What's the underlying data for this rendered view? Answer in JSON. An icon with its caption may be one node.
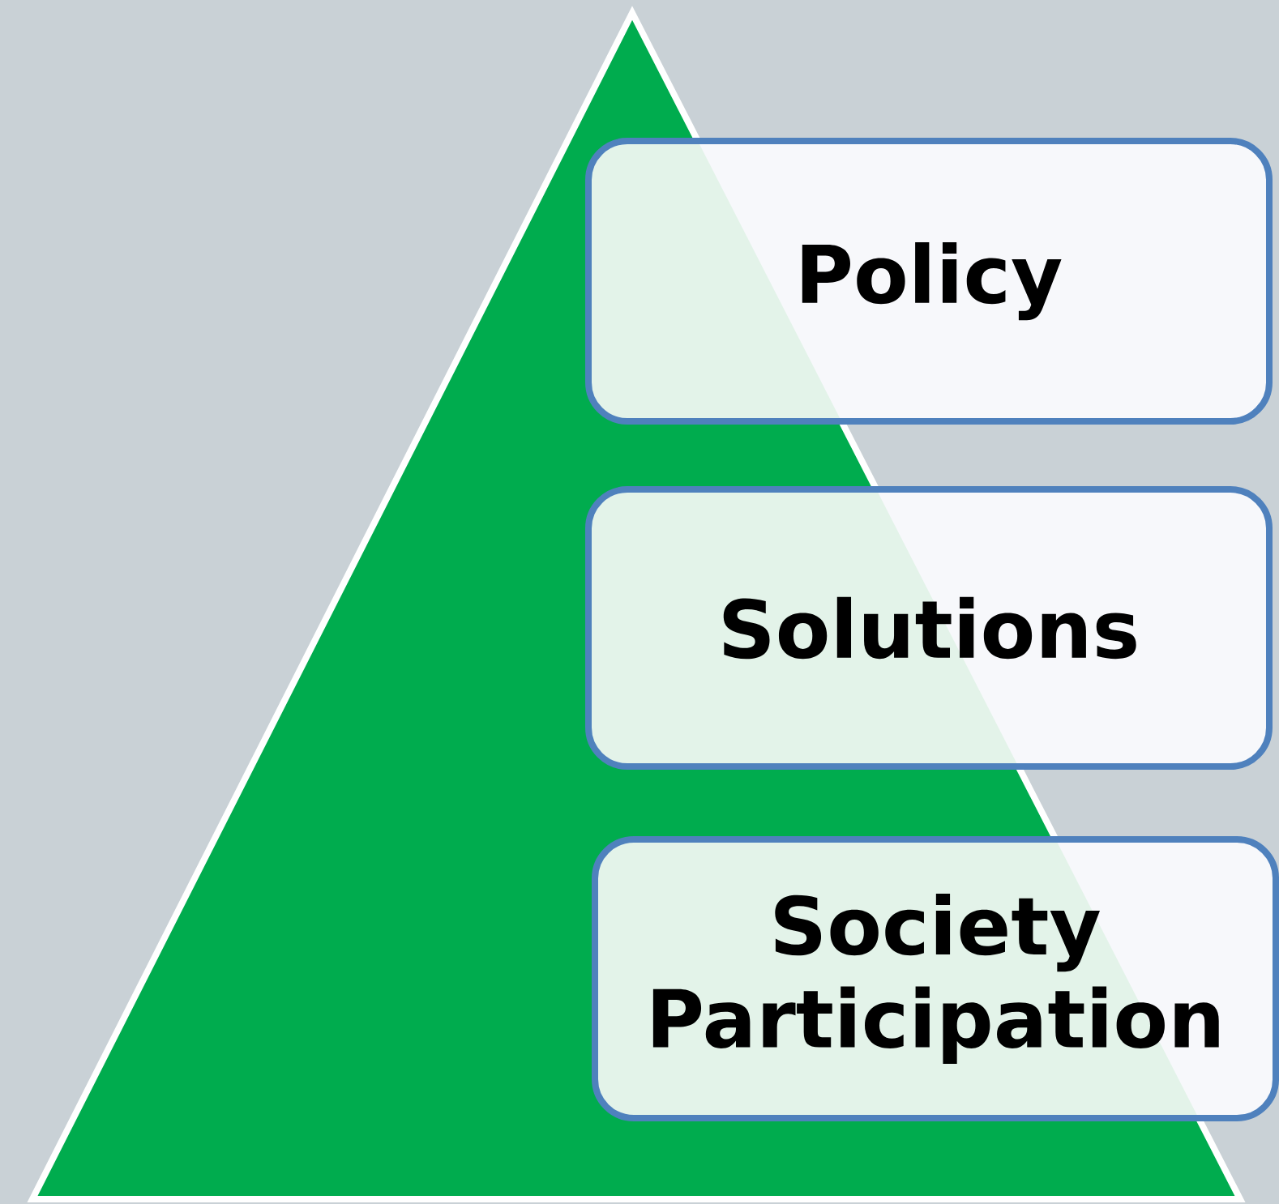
{
  "diagram": {
    "nodes": [
      {
        "text": [
          "Policy"
        ]
      },
      {
        "text": [
          "Solutions"
        ]
      },
      {
        "text": [
          "Society Participation"
        ]
      }
    ]
  }
}
